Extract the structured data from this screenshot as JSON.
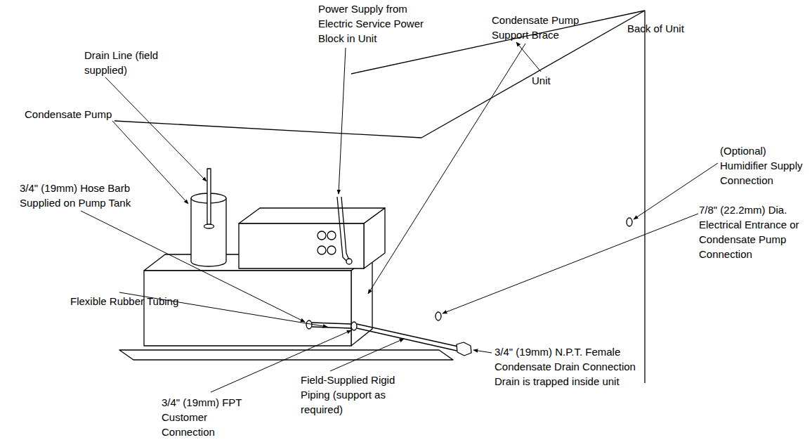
{
  "diagram": {
    "labels": [
      "Power Supply from Electric Service Power Block in Unit",
      "Condensate Pump Support Brace",
      "Back of Unit",
      "Drain Line (field supplied)",
      "Unit",
      "Condensate Pump",
      "(Optional) Humidifier Supply Connection",
      "3/4\" (19mm) Hose Barb Supplied on Pump Tank",
      "7/8\" (22.2mm) Dia. Electrical Entrance or Condensate Pump Connection",
      "Flexible Rubber Tubing",
      "3/4\" (19mm) N.P.T. Female Condensate Drain Connection Drain is trapped inside unit",
      "3/4\" (19mm) FPT Customer Connection",
      "Field-Supplied Rigid Piping (support as required)"
    ]
  }
}
